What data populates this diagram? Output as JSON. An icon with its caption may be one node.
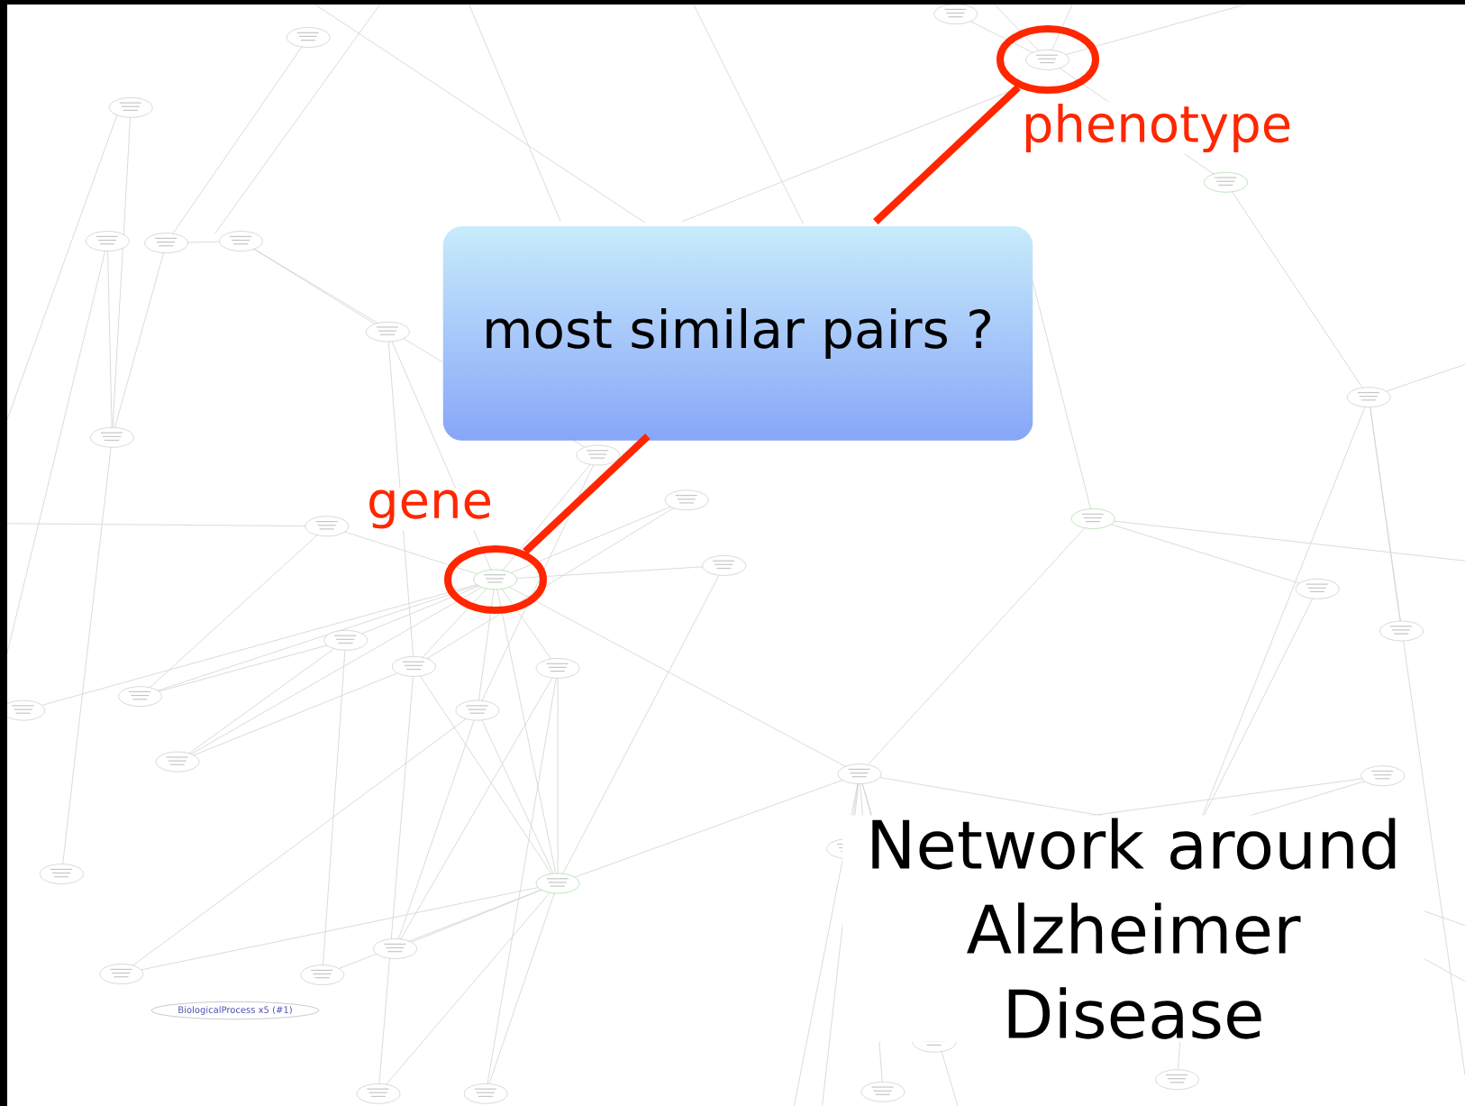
{
  "diagram": {
    "nodes": [
      {
        "text": [
          "most similar pairs ?"
        ]
      },
      {
        "text": [],
        "shape": "circle",
        "beside": [
          "phenotype"
        ]
      },
      {
        "text": [],
        "shape": "circle",
        "beside": [
          "gene"
        ]
      },
      {
        "text": [
          "BiologicalProcess x5 (#1)"
        ]
      }
    ],
    "edges": [
      {
        "from": 2,
        "to": 0,
        "arrow": "none"
      },
      {
        "from": 0,
        "to": 1,
        "arrow": "none"
      }
    ],
    "labels": [
      "Network around Alzheimer Disease"
    ]
  }
}
